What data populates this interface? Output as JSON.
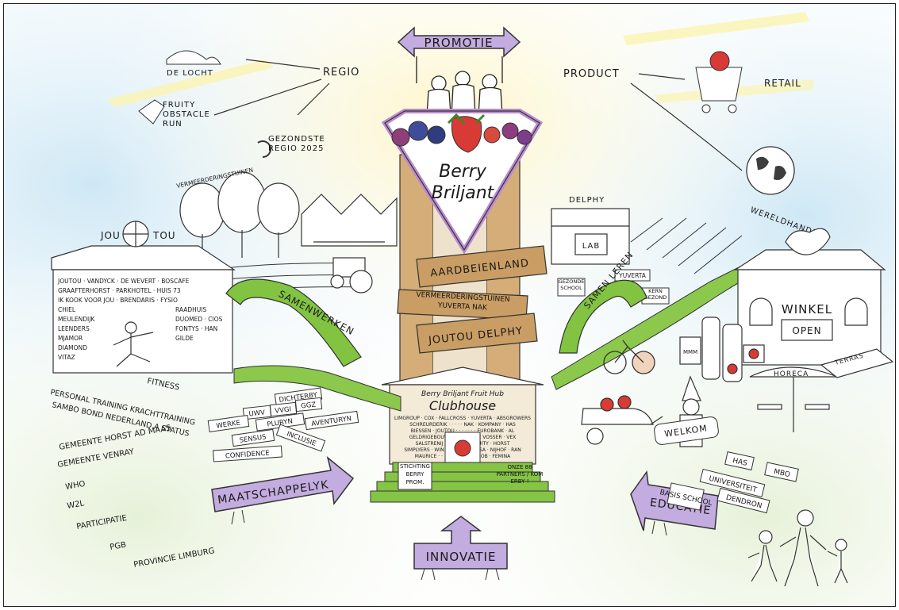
{
  "title": {
    "line1": "Berry",
    "line2": "Briljant"
  },
  "arrows": {
    "top": "PROMOTIE",
    "bottom": "INNOVATIE",
    "left": "MAATSCHAPPELYK",
    "right": "EDUCATIE"
  },
  "regio": {
    "label": "REGIO",
    "items": [
      "DE LOCHT",
      "FRUITY OBSTACLE RUN",
      "GEZONDSTE REGIO 2025"
    ]
  },
  "product": {
    "label": "PRODUCT",
    "items": [
      "RETAIL",
      "WERELDHANDEL"
    ]
  },
  "place_labels": {
    "vermeerderingstuinen": "VERMEERDERINGSTUINEN",
    "delphy": "DELPHY",
    "lab": "LAB",
    "gezonde_school": "GEZONDE SCHOOL",
    "yuverta": "YUVERTA",
    "kern_gezond": "KERN GEZOND",
    "winkel": "WINKEL",
    "open": "OPEN",
    "horeca": "HORECA",
    "terras": "TERRAS",
    "welkom": "WELKOM"
  },
  "signs": [
    "AARDBEIENLAND",
    "VERMEERDERINGSTUINEN YUVERTA NAK",
    "JOUTOU DELPHY"
  ],
  "banners": {
    "left": "SAMENWERKEN",
    "right": "SAMEN LEREN"
  },
  "joutou": {
    "name_left": "JOU",
    "name_right": "TOU",
    "partners": [
      "JOUTOU · VANDYCK · DE WEVERT · BOSCAFE",
      "GRAAFTERHORST · PARKHOTEL · HUIS 73",
      "IK KOOK VOOR JOU · BRENDARIS · FYSIO",
      "CHIEL",
      "MEULENDIJK",
      "LEENDERS",
      "MJAMOR",
      "DIAMOND",
      "VITAZ"
    ],
    "partners_right": [
      "RAADHUIS",
      "DUOMED · CIOS",
      "FONTYS · HAN",
      "GILDE"
    ],
    "fitness": [
      "FITNESS",
      "PERSONAL TRAINING KRACHTTRAINING",
      "SAMBO BOND NEDERLAND A STATUS"
    ]
  },
  "social_tags": [
    "DICHTERBY",
    "UWV",
    "VVGI",
    "GGZ",
    "WERKE",
    "PLURYN",
    "AVENTURYN",
    "SENSUS",
    "INCLUSIE",
    "CONFIDENCE"
  ],
  "stakeholders": [
    "GEMEENTE HORST AD MAAS",
    "GEMEENTE VENRAY",
    "WHO",
    "W2L",
    "PARTICIPATIE",
    "PGB",
    "PROVINCIE LIMBURG"
  ],
  "education": [
    "HAS",
    "MBO",
    "UNIVERSITEIT",
    "BASIS SCHOOL",
    "DENDRON"
  ],
  "clubhouse": {
    "heading": "Berry Briljant Fruit Hub",
    "name": "Clubhouse",
    "partners": [
      "LIMGROUP · COX · FALLCROSS · YUVERTA · ABSGROWERS",
      "SCHREURDERIK · · · · · NAK · KOMPANY · HAS",
      "BIESSEN · JOUTOU · · · · · · · EUROBANK · AL",
      "GELDRIGEBOUW · · · · · · · · DE VOSSER · VEX",
      "SALSTRENIJ · · · · · · · · · FRUITY · HORST",
      "SIMPLYERS · WIN · · · · · · · · FOSSA · NIJHOF · RAN",
      "MAURICE · · · · · · · · · · · · PROB · FEMINA"
    ],
    "stichting": "STICHTING BERRY PROM.",
    "steps_note": "ONZE 88 PARTNERS / KOM ERBY !"
  },
  "colors": {
    "purple": "#b9a2d6",
    "green": "#7fbf3a",
    "tan": "#c9a06a",
    "sky": "#bfe1f0"
  }
}
